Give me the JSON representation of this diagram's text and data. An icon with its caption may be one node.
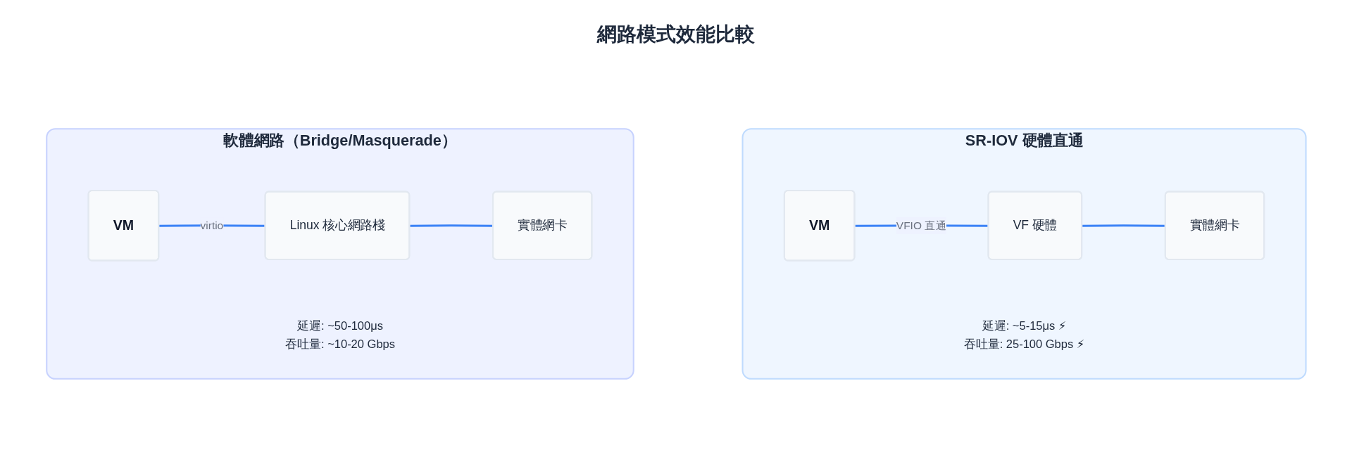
{
  "diagram": {
    "title": "網路模式效能比較",
    "nodes": [
      {
        "text": [
          "軟體網路（Bridge/Masquerade）",
          "延遲: ~50-100μs",
          "吞吐量: ~10-20 Gbps"
        ]
      },
      {
        "text": [
          "VM"
        ],
        "in": 0
      },
      {
        "text": [
          "Linux 核心網路棧"
        ],
        "in": 0
      },
      {
        "text": [
          "實體網卡"
        ],
        "in": 0
      },
      {
        "text": [
          "SR-IOV 硬體直通",
          "延遲: ~5-15μs ⚡",
          "吞吐量: 25-100 Gbps ⚡"
        ]
      },
      {
        "text": [
          "VM"
        ],
        "in": 4
      },
      {
        "text": [
          "VF 硬體"
        ],
        "in": 4
      },
      {
        "text": [
          "實體網卡"
        ],
        "in": 4
      }
    ],
    "edges": [
      {
        "from": 1,
        "to": 2,
        "arrow": "none",
        "label": "virtio"
      },
      {
        "from": 2,
        "to": 3,
        "arrow": "none"
      },
      {
        "from": 5,
        "to": 6,
        "arrow": "none",
        "label": "VFIO 直通"
      },
      {
        "from": 6,
        "to": 7,
        "arrow": "none"
      }
    ]
  }
}
